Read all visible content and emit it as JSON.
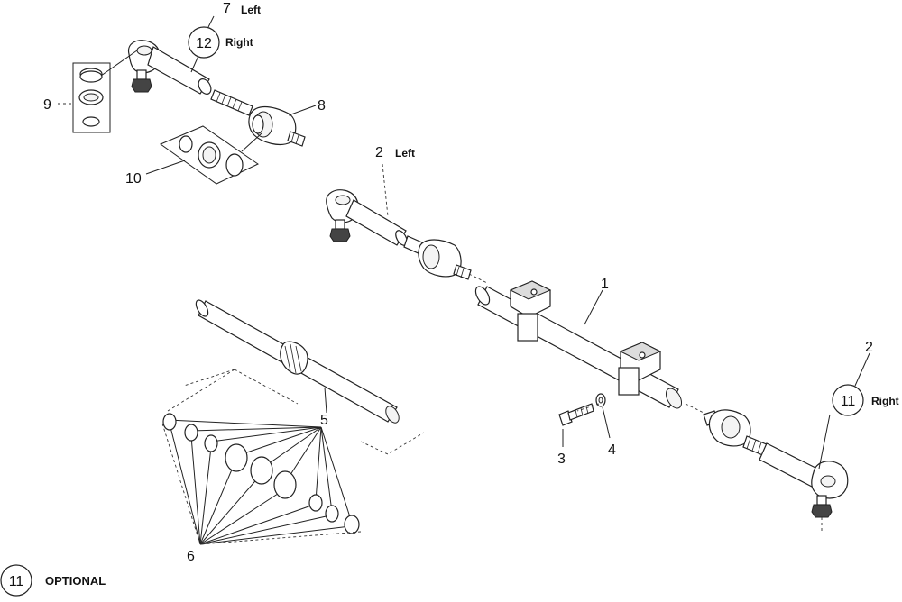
{
  "callouts": {
    "c1": "1",
    "c2_left": "2",
    "c2_left_side": "Left",
    "c2_right": "2",
    "c3": "3",
    "c4": "4",
    "c5": "5",
    "c6": "6",
    "c7": "7",
    "c7_side": "Left",
    "c8": "8",
    "c9": "9",
    "c10": "10",
    "c11_circled": "11",
    "c11_side": "Right",
    "c12_circled": "12",
    "c12_side": "Right"
  },
  "legend": {
    "symbol": "11",
    "text": "OPTIONAL"
  }
}
